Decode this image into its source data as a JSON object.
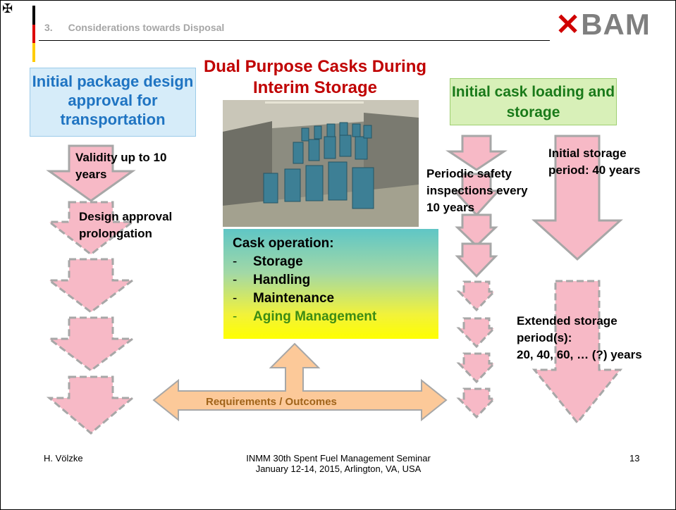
{
  "header": {
    "section_number": "3.",
    "section_title": "Considerations towards Disposal",
    "logo": "BAM",
    "flag_colors": [
      "#000000",
      "#dd0000",
      "#ffcc00"
    ]
  },
  "left": {
    "box_title": "Initial package design approval for transportation",
    "validity_label": "Validity up to 10 years",
    "prolongation_label": "Design approval prolongation"
  },
  "center": {
    "title": "Dual Purpose Casks During Interim Storage",
    "photo_alt": "Storage hall with casks",
    "cask_box_title": "Cask operation:",
    "cask_items": [
      {
        "dash": "-",
        "label": "Storage"
      },
      {
        "dash": "-",
        "label": "Handling"
      },
      {
        "dash": "-",
        "label": "Maintenance"
      },
      {
        "dash": "-",
        "label": "Aging Management"
      }
    ],
    "requirements_label": "Requirements / Outcomes"
  },
  "right": {
    "box_title": "Initial cask loading and storage",
    "periodic_label": "Periodic safety inspections every 10 years",
    "initial_storage_label": "Initial storage period: 40 years",
    "extended_label_1": "Extended storage period(s):",
    "extended_label_2": "20, 40, 60, … (?) years"
  },
  "footer": {
    "author": "H. Völzke",
    "event_line1": "INMM 30th Spent Fuel Management Seminar",
    "event_line2": "January 12-14, 2015, Arlington, VA, USA",
    "page_number": "13"
  },
  "colors": {
    "arrow_fill": "#f7b9c6",
    "arrow_stroke": "#a7a7a7",
    "double_arrow_fill": "#fcc999",
    "title_red": "#c00000",
    "blue_text": "#1f74c2",
    "green_text": "#1a7a1a"
  }
}
